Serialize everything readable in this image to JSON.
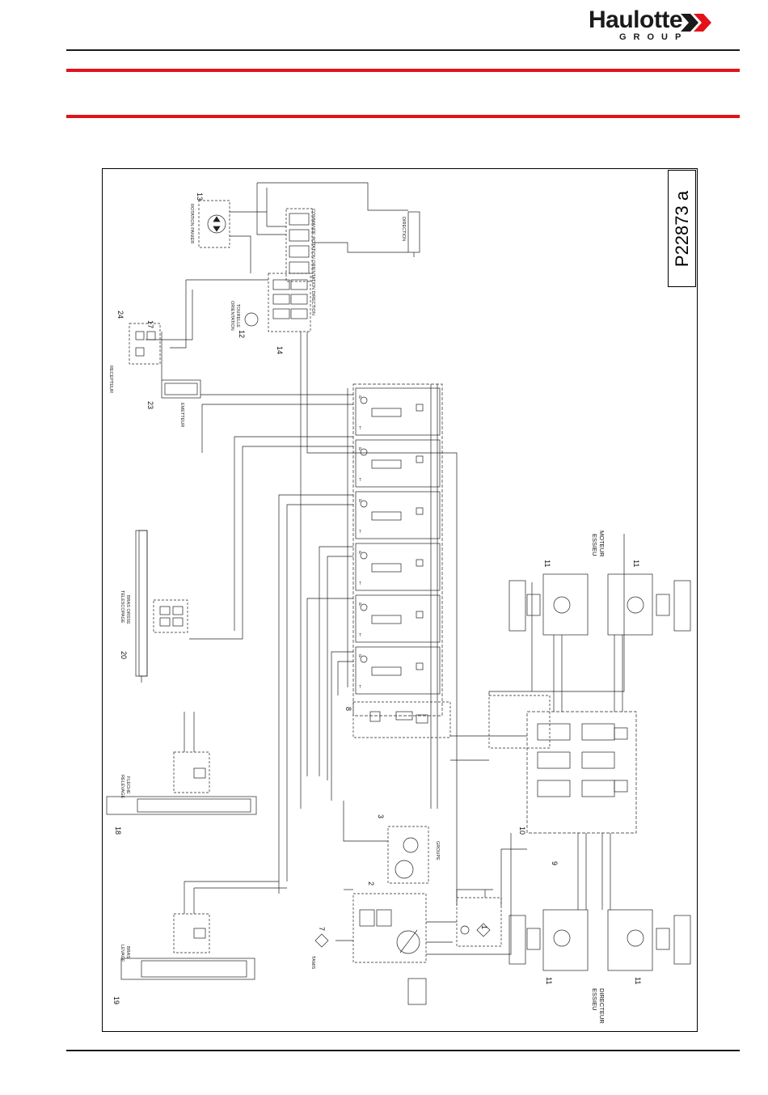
{
  "header": {
    "brand": "Haulotte",
    "group": "GROUP",
    "brand_color": "#e3121a"
  },
  "diagram": {
    "reference": "P22873 a",
    "numbers": {
      "n1": "1",
      "n2": "2",
      "n3": "3",
      "n7": "7",
      "n8": "8",
      "n9": "9",
      "n10": "10",
      "n11a": "11",
      "n11b": "11",
      "n11c": "11",
      "n11d": "11",
      "n12": "12",
      "n13": "13",
      "n14": "14",
      "n17": "17",
      "n18": "18",
      "n19": "19",
      "n20": "20",
      "n23": "23",
      "n24": "24"
    },
    "labels": {
      "levage1": "LEVAGE",
      "levage2": "BRAS",
      "relevage1": "RELEVAGE",
      "relevage2": "FLECHE",
      "telescopage1": "TELESCOPAGE",
      "telescopage2": "BRAS ORSSE",
      "emetteur": "EMETTEUR",
      "recepteur": "RECEPTEUR",
      "rotation_panier1": "ROTATION PANIER",
      "rotation_tourelle1": "ORIENTATION",
      "rotation_tourelle2": "TOURELLE",
      "direction": "DIRECTION",
      "essieu_moteur1": "ESSIEU",
      "essieu_moteur2": "MOTEUR",
      "essieu_directeur1": "ESSIEU",
      "essieu_directeur2": "DIRECTEUR",
      "tamis": "TAMIS",
      "groupe": "GROUPE",
      "commande": "COMMANDE ROTATION ORIENTATION DIRECTION"
    }
  }
}
